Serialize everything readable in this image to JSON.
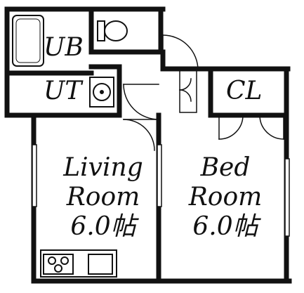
{
  "floorplan": {
    "rooms": {
      "unit_bath": {
        "label": "UB"
      },
      "utility": {
        "label": "UT"
      },
      "closet": {
        "label": "CL"
      },
      "living": {
        "line1": "Living",
        "line2": "Room",
        "size": "6.0帖"
      },
      "bedroom": {
        "line1": "Bed",
        "line2": "Room",
        "size": "6.0帖"
      }
    }
  }
}
